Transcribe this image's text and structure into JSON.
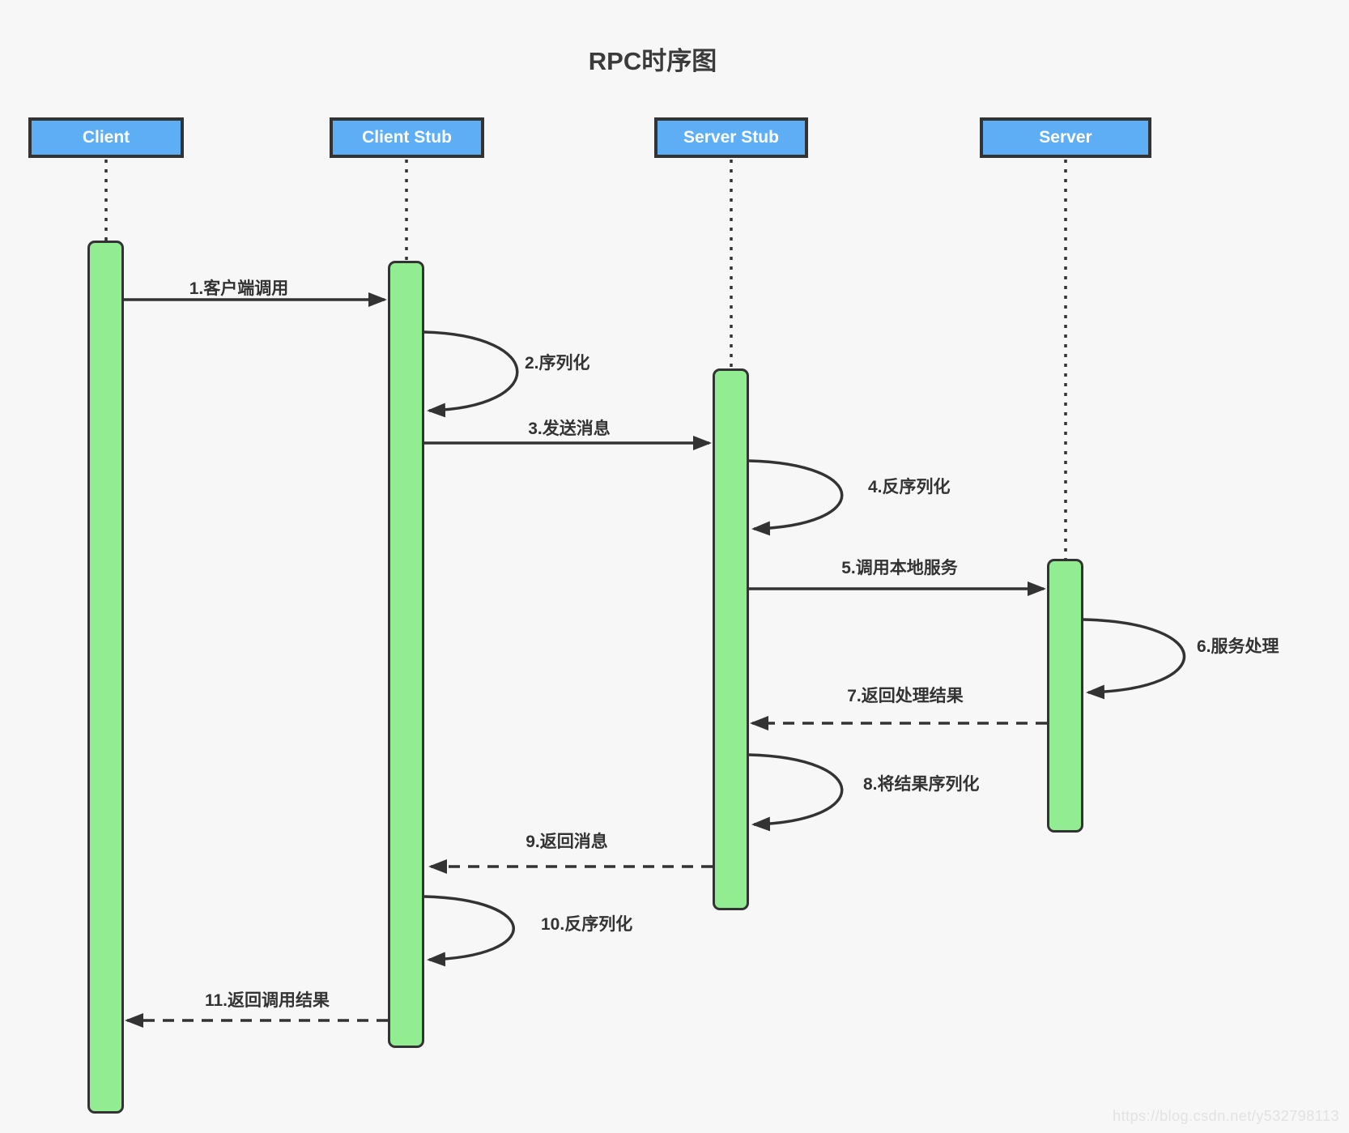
{
  "diagram": {
    "title": "RPC时序图",
    "type": "sequence-diagram"
  },
  "actors": [
    {
      "name": "Client"
    },
    {
      "name": "Client Stub"
    },
    {
      "name": "Server Stub"
    },
    {
      "name": "Server"
    }
  ],
  "messages": [
    {
      "seq": 1,
      "label": "1.客户端调用",
      "from": "Client",
      "to": "Client Stub",
      "style": "solid"
    },
    {
      "seq": 2,
      "label": "2.序列化",
      "from": "Client Stub",
      "to": "Client Stub",
      "style": "self-loop"
    },
    {
      "seq": 3,
      "label": "3.发送消息",
      "from": "Client Stub",
      "to": "Server Stub",
      "style": "solid"
    },
    {
      "seq": 4,
      "label": "4.反序列化",
      "from": "Server Stub",
      "to": "Server Stub",
      "style": "self-loop"
    },
    {
      "seq": 5,
      "label": "5.调用本地服务",
      "from": "Server Stub",
      "to": "Server",
      "style": "solid"
    },
    {
      "seq": 6,
      "label": "6.服务处理",
      "from": "Server",
      "to": "Server",
      "style": "self-loop"
    },
    {
      "seq": 7,
      "label": "7.返回处理结果",
      "from": "Server",
      "to": "Server Stub",
      "style": "dashed"
    },
    {
      "seq": 8,
      "label": "8.将结果序列化",
      "from": "Server Stub",
      "to": "Server Stub",
      "style": "self-loop"
    },
    {
      "seq": 9,
      "label": "9.返回消息",
      "from": "Server Stub",
      "to": "Client Stub",
      "style": "dashed"
    },
    {
      "seq": 10,
      "label": "10.反序列化",
      "from": "Client Stub",
      "to": "Client Stub",
      "style": "self-loop"
    },
    {
      "seq": 11,
      "label": "11.返回调用结果",
      "from": "Client Stub",
      "to": "Client",
      "style": "dashed"
    }
  ],
  "colors": {
    "actor_fill": "#5EAEF6",
    "activation_fill": "#92EC92",
    "line": "#333333",
    "background": "#f7f7f7",
    "watermark_text": "#e2e2e2"
  },
  "watermark": "https://blog.csdn.net/y532798113"
}
